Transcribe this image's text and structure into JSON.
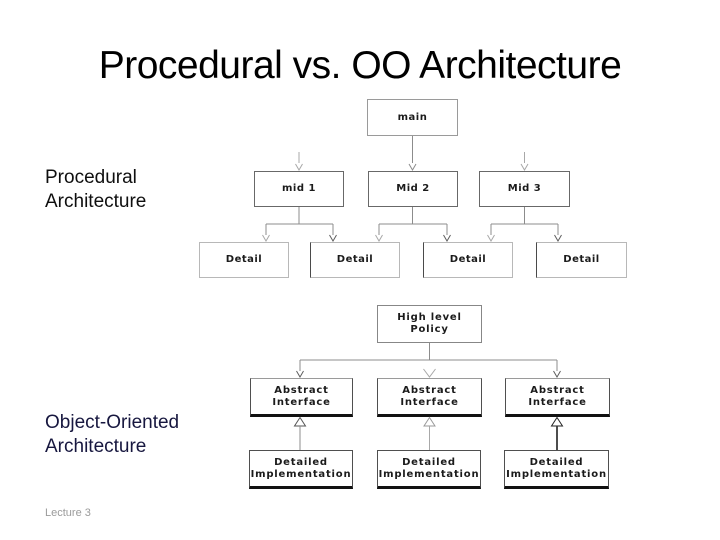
{
  "slide": {
    "title": "Procedural vs. OO Architecture",
    "footer": "Lecture 3"
  },
  "section_labels": {
    "procedural": "Procedural\nArchitecture",
    "object_oriented": "Object-Oriented\nArchitecture"
  },
  "diagrams": {
    "procedural": {
      "root": "main",
      "mid": [
        "mid 1",
        "Mid 2",
        "Mid 3"
      ],
      "details": [
        "Detail",
        "Detail",
        "Detail",
        "Detail"
      ]
    },
    "object_oriented": {
      "root": "High level\nPolicy",
      "interfaces": [
        "Abstract\nInterface",
        "Abstract\nInterface",
        "Abstract\nInterface"
      ],
      "implementations": [
        "Detailed\nImplementation",
        "Detailed\nImplementation",
        "Detailed\nImplementation"
      ]
    }
  },
  "colors": {
    "background": "#ffffff",
    "title_text": "#000000",
    "procedural_label_text": "#0f0f0f",
    "oo_label_text": "#17173f",
    "footer_text": "#9b9b9b",
    "connector_gray": "#8c8c8c",
    "box_text": "#1b1b1b"
  }
}
